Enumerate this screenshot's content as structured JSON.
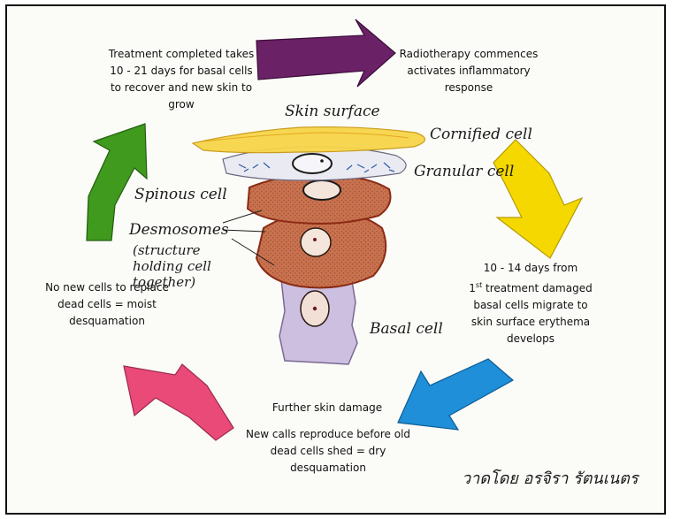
{
  "captions": {
    "top_left": "Treatment completed takes 10 - 21 days for basal cells to recover and new skin to grow",
    "top_right": "Radiotherapy commences activates inflammatory response",
    "right": "10 - 14 days from 1st treatment damaged basal cells migrate to skin surface erythema develops",
    "right_superscript": "st",
    "bottom_1": "Further skin damage",
    "bottom_2": "New calls reproduce before old dead cells shed = dry desquamation",
    "left": "No new cells to replace dead cells = moist desquamation"
  },
  "labels": {
    "skin_surface": "Skin surface",
    "cornified": "Cornified cell",
    "granular": "Granular cell",
    "spinous": "Spinous cell",
    "desmosomes": "Desmosomes",
    "desmosomes_note": "(structure holding cell together)",
    "basal": "Basal cell"
  },
  "signature": "วาดโดย อรจิรา   รัตนเนตร",
  "colors": {
    "arrow_top": "#6b2166",
    "arrow_right": "#f5d800",
    "arrow_bottom": "#1e8fd8",
    "arrow_left": "#e94a78",
    "arrow_upleft": "#3f9a1e",
    "cornified": "#f7d54a",
    "granular": "#8fb4dd",
    "spinous": "#c9724f",
    "basal": "#cdbfe0"
  }
}
